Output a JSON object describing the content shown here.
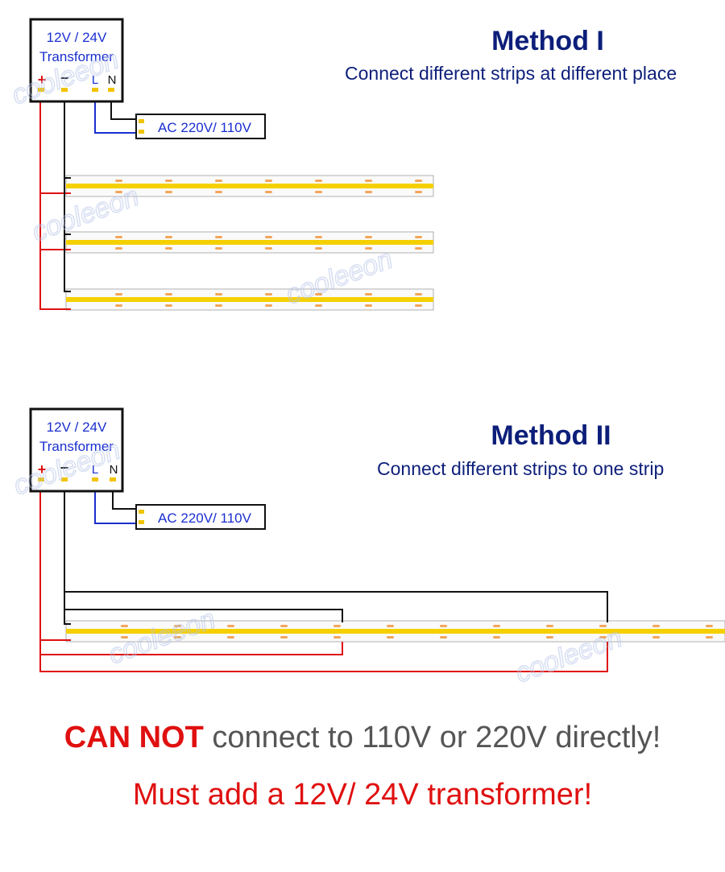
{
  "watermark": "cooleeon",
  "colors": {
    "title": "#0d1f7a",
    "warning": "#e01010",
    "wire_red": "#e01010",
    "wire_blue": "#1a2fd0",
    "led": "#f5d000",
    "led_pad": "#f2a65a"
  },
  "method1": {
    "title": "Method I",
    "subtitle": "Connect different strips at different place",
    "transformer": {
      "line1": "12V / 24V",
      "line2": "Transformer",
      "plus": "+",
      "minus": "−",
      "l": "L",
      "n": "N"
    },
    "ac_label": "AC 220V/ 110V"
  },
  "method2": {
    "title": "Method II",
    "subtitle": "Connect different strips to one strip",
    "transformer": {
      "line1": "12V / 24V",
      "line2": "Transformer",
      "plus": "+",
      "minus": "−",
      "l": "L",
      "n": "N"
    },
    "ac_label": "AC 220V/ 110V"
  },
  "warning": {
    "emph": "CAN NOT",
    "rest": " connect to 110V or 220V directly!",
    "line2": "Must add a 12V/ 24V transformer!"
  }
}
